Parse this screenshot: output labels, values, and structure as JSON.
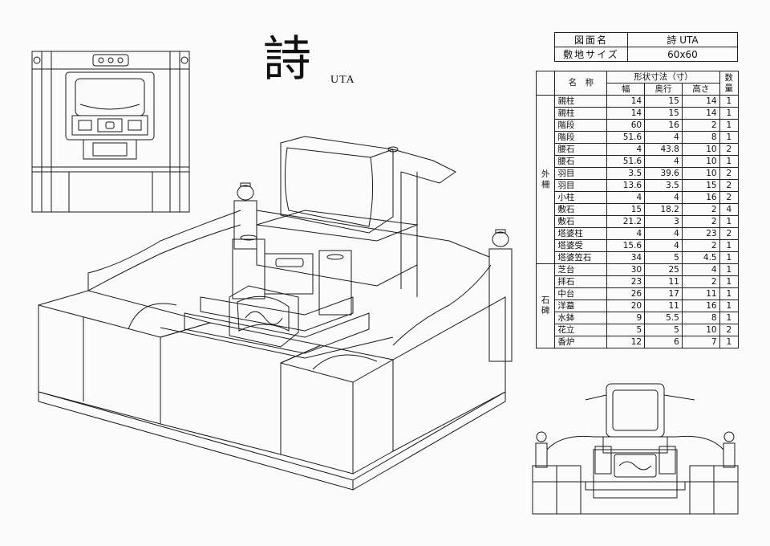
{
  "title": {
    "kanji": "詩",
    "roman": "UTA"
  },
  "info": [
    {
      "label": "図面名",
      "value": "詩 UTA"
    },
    {
      "label": "敷地サイズ",
      "value": "60x60"
    }
  ],
  "spec_table": {
    "header_group": "形状寸法（寸）",
    "columns": {
      "name": "名　称",
      "width": "幅",
      "depth": "奥行",
      "height": "高さ",
      "qty": "数量"
    },
    "groups": [
      {
        "label": "外柵",
        "rows": [
          {
            "name": "親柱",
            "w": "14",
            "d": "15",
            "h": "14",
            "q": "1"
          },
          {
            "name": "親柱",
            "w": "14",
            "d": "15",
            "h": "14",
            "q": "1"
          },
          {
            "name": "階段",
            "w": "60",
            "d": "16",
            "h": "2",
            "q": "1"
          },
          {
            "name": "階段",
            "w": "51.6",
            "d": "4",
            "h": "8",
            "q": "1"
          },
          {
            "name": "腰石",
            "w": "4",
            "d": "43.8",
            "h": "10",
            "q": "2"
          },
          {
            "name": "腰石",
            "w": "51.6",
            "d": "4",
            "h": "10",
            "q": "1"
          },
          {
            "name": "羽目",
            "w": "3.5",
            "d": "39.6",
            "h": "10",
            "q": "2"
          },
          {
            "name": "羽目",
            "w": "13.6",
            "d": "3.5",
            "h": "15",
            "q": "2"
          },
          {
            "name": "小柱",
            "w": "4",
            "d": "4",
            "h": "16",
            "q": "2"
          },
          {
            "name": "敷石",
            "w": "15",
            "d": "18.2",
            "h": "2",
            "q": "4"
          },
          {
            "name": "敷石",
            "w": "21.2",
            "d": "3",
            "h": "2",
            "q": "1"
          },
          {
            "name": "塔婆柱",
            "w": "4",
            "d": "4",
            "h": "23",
            "q": "2"
          },
          {
            "name": "塔婆受",
            "w": "15.6",
            "d": "4",
            "h": "2",
            "q": "1"
          },
          {
            "name": "塔婆笠石",
            "w": "34",
            "d": "5",
            "h": "4.5",
            "q": "1"
          }
        ]
      },
      {
        "label": "石碑",
        "rows": [
          {
            "name": "芝台",
            "w": "30",
            "d": "25",
            "h": "4",
            "q": "1"
          },
          {
            "name": "拝石",
            "w": "23",
            "d": "11",
            "h": "2",
            "q": "1"
          },
          {
            "name": "中台",
            "w": "26",
            "d": "17",
            "h": "11",
            "q": "1"
          },
          {
            "name": "洋墓",
            "w": "20",
            "d": "11",
            "h": "16",
            "q": "1"
          },
          {
            "name": "水鉢",
            "w": "9",
            "d": "5.5",
            "h": "8",
            "q": "1"
          },
          {
            "name": "花立",
            "w": "5",
            "d": "5",
            "h": "10",
            "q": "2"
          },
          {
            "name": "香炉",
            "w": "12",
            "d": "6",
            "h": "7",
            "q": "1"
          }
        ]
      }
    ]
  },
  "colors": {
    "line": "#1a1a1a",
    "paper": "#fbfbfb"
  }
}
